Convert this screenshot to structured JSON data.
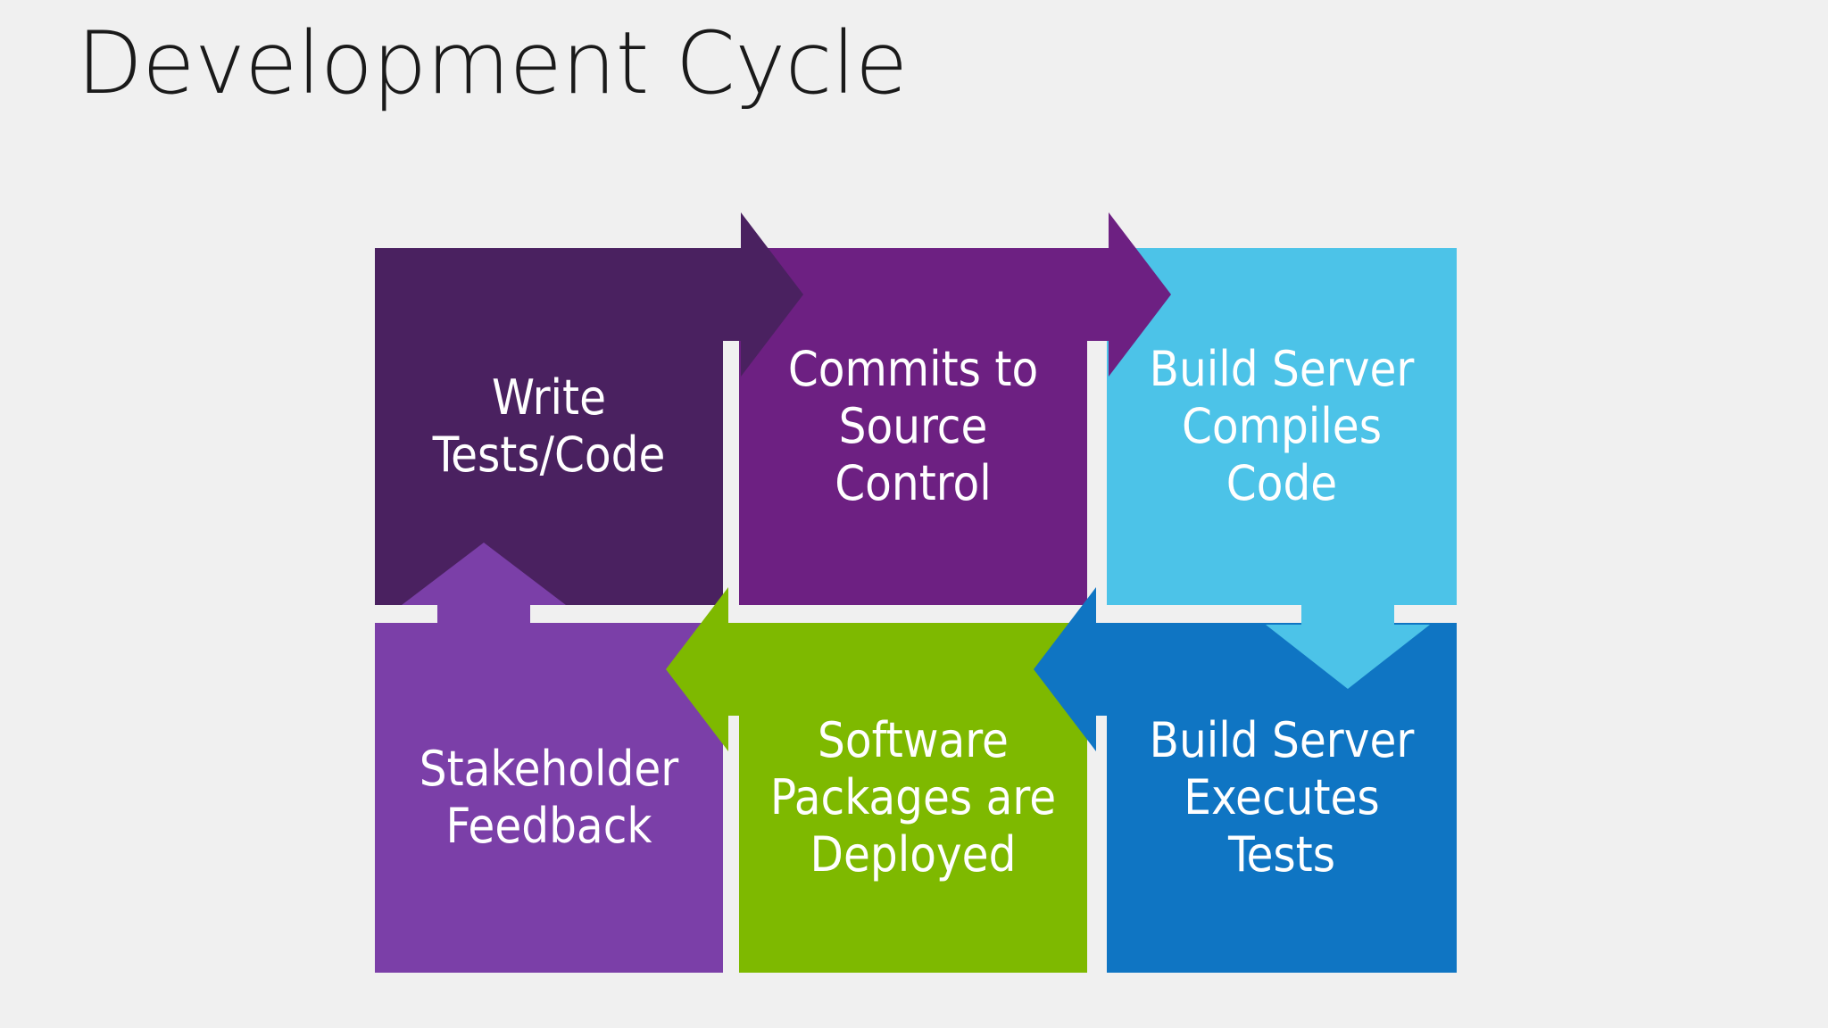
{
  "slide": {
    "title": "Development Cycle",
    "background_color": "#f0f0f0",
    "title_color": "#1a1a1a"
  },
  "diagram": {
    "type": "process-cycle",
    "layout": "3x2-grid-snake",
    "gap_color": "#f0f0f0",
    "nodes": [
      {
        "id": "write-tests",
        "order": 1,
        "label": "Write\nTests/Code",
        "color": "#4a2160",
        "text_color": "#ffffff",
        "row": 1,
        "column": 1
      },
      {
        "id": "commits-source",
        "order": 2,
        "label": "Commits to\nSource\nControl",
        "color": "#6d2082",
        "text_color": "#ffffff",
        "row": 1,
        "column": 2
      },
      {
        "id": "build-compiles",
        "order": 3,
        "label": "Build Server\nCompiles\nCode",
        "color": "#4cc3e8",
        "text_color": "#ffffff",
        "row": 1,
        "column": 3
      },
      {
        "id": "build-executes",
        "order": 4,
        "label": "Build Server\nExecutes\nTests",
        "color": "#0f75c3",
        "text_color": "#ffffff",
        "row": 2,
        "column": 3
      },
      {
        "id": "packages-deployed",
        "order": 5,
        "label": "Software\nPackages are\nDeployed",
        "color": "#7eb900",
        "text_color": "#ffffff",
        "row": 2,
        "column": 2
      },
      {
        "id": "stakeholder-feedback",
        "order": 6,
        "label": "Stakeholder\nFeedback",
        "color": "#7b3fa8",
        "text_color": "#ffffff",
        "row": 2,
        "column": 1
      }
    ],
    "arrows": [
      {
        "id": "write-to-commits",
        "from": "write-tests",
        "to": "commits-source",
        "direction": "right",
        "color": "#4a2160"
      },
      {
        "id": "commits-to-compiles",
        "from": "commits-source",
        "to": "build-compiles",
        "direction": "right",
        "color": "#6d2082"
      },
      {
        "id": "compiles-to-executes",
        "from": "build-compiles",
        "to": "build-executes",
        "direction": "down",
        "color": "#4cc3e8"
      },
      {
        "id": "executes-to-packages",
        "from": "build-executes",
        "to": "packages-deployed",
        "direction": "left",
        "color": "#0f75c3"
      },
      {
        "id": "packages-to-stakeholder",
        "from": "packages-deployed",
        "to": "stakeholder-feedback",
        "direction": "left",
        "color": "#7eb900"
      },
      {
        "id": "stakeholder-to-write",
        "from": "stakeholder-feedback",
        "to": "write-tests",
        "direction": "up",
        "color": "#7b3fa8"
      }
    ]
  }
}
